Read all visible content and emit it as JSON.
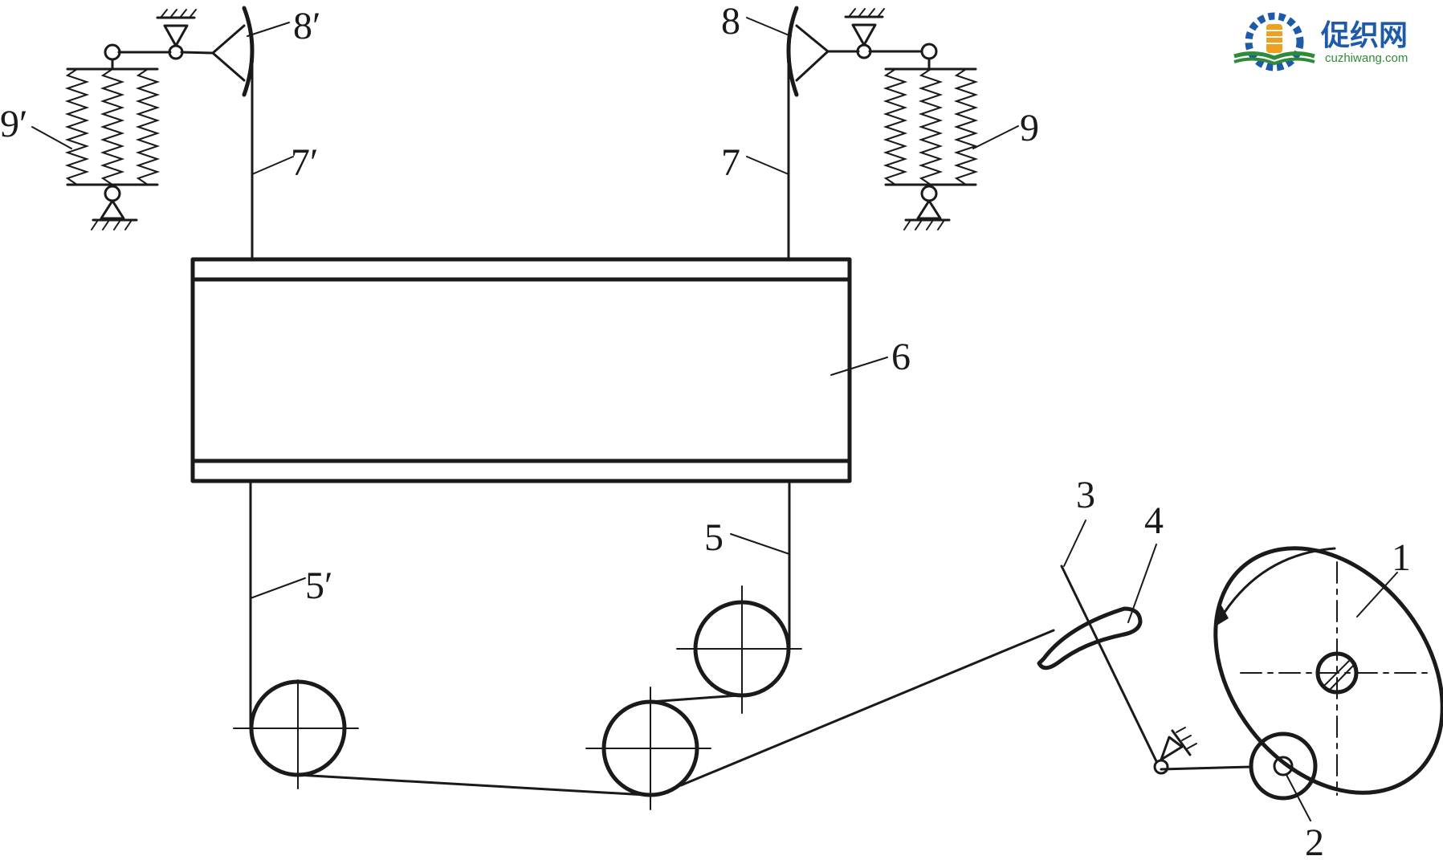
{
  "labels": {
    "l1": "1",
    "l2": "2",
    "l3": "3",
    "l4": "4",
    "l5": "5",
    "l5p": "5′",
    "l6": "6",
    "l7": "7",
    "l7p": "7′",
    "l8": "8",
    "l8p": "8′",
    "l9": "9",
    "l9p": "9′"
  },
  "watermark": {
    "name": "促织网",
    "url": "cuzhiwang.com",
    "colors": {
      "gear": "#1e5aa8",
      "book": "#2e8b3a",
      "spool": "#f0a020"
    }
  }
}
